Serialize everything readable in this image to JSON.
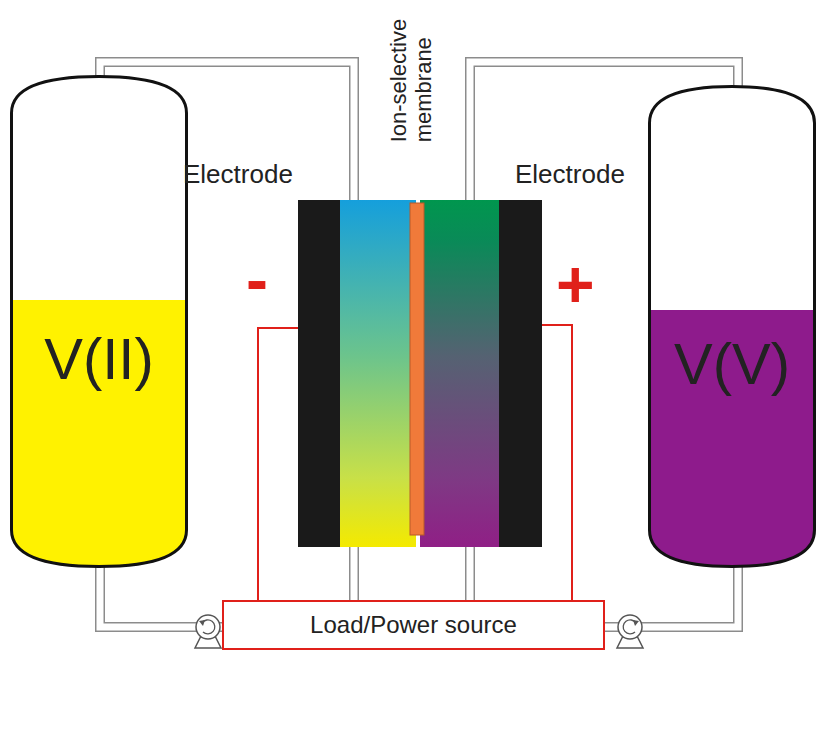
{
  "diagram": {
    "nodes": [
      {
        "text": [
          "V(II)"
        ]
      },
      {
        "text": [
          "V(V)"
        ]
      },
      {
        "text": [
          "Load/Power source"
        ]
      }
    ],
    "labels": [
      "Electrode",
      "Ion-selective membrane",
      "Electrode",
      "-",
      "+"
    ]
  }
}
